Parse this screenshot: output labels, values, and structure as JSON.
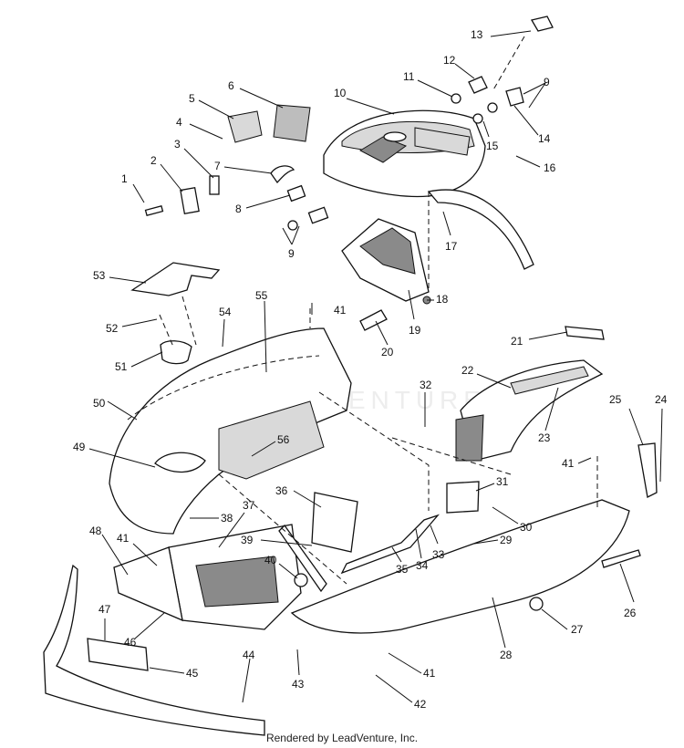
{
  "footer_text": "Rendered by LeadVenture, Inc.",
  "watermark_text": "LEADVENTURE",
  "callouts": [
    "1",
    "2",
    "3",
    "4",
    "5",
    "6",
    "7",
    "8",
    "9",
    "9",
    "10",
    "11",
    "12",
    "13",
    "14",
    "15",
    "16",
    "17",
    "18",
    "19",
    "20",
    "21",
    "22",
    "23",
    "24",
    "25",
    "26",
    "27",
    "28",
    "29",
    "30",
    "31",
    "32",
    "33",
    "34",
    "35",
    "36",
    "37",
    "38",
    "39",
    "40",
    "41",
    "41",
    "41",
    "41",
    "42",
    "43",
    "44",
    "45",
    "46",
    "47",
    "48",
    "49",
    "50",
    "51",
    "52",
    "53",
    "54",
    "55",
    "56"
  ]
}
